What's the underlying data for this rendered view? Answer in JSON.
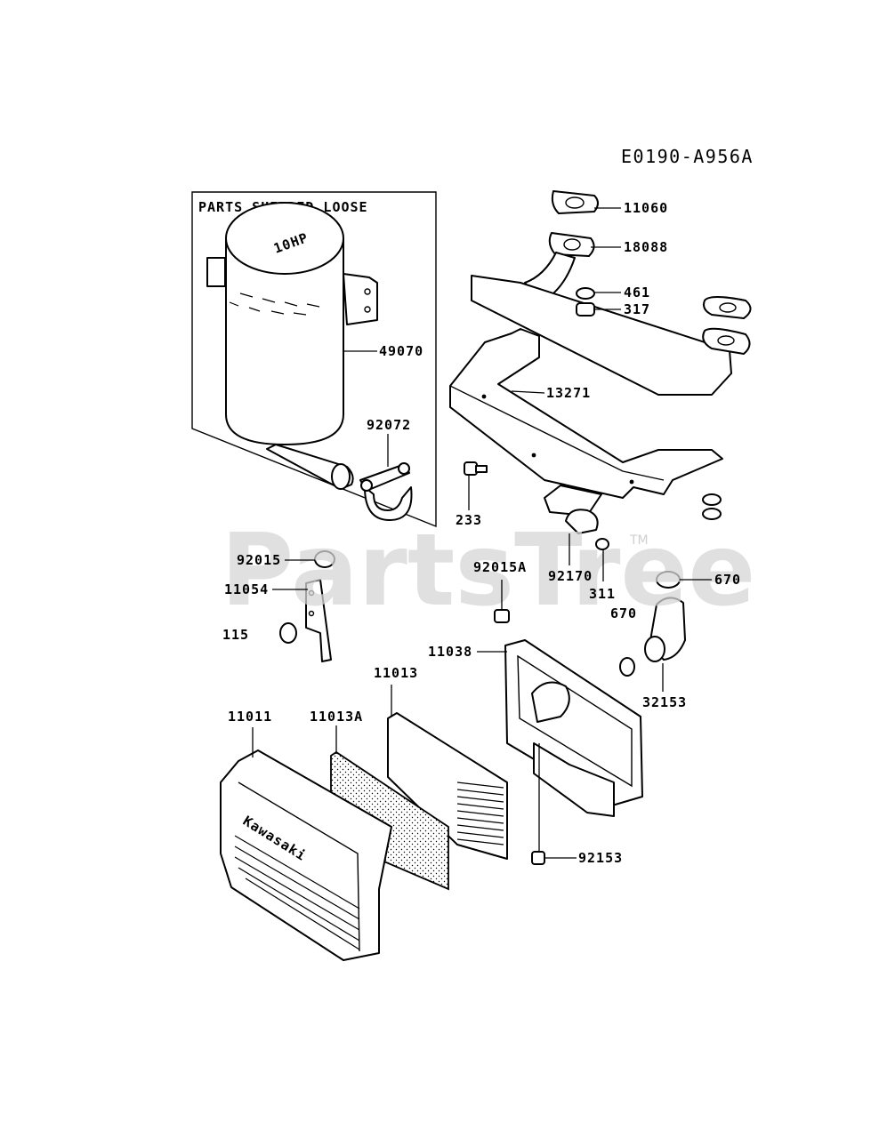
{
  "diagram_code": "E0190-A956A",
  "box_title": "PARTS SHIPPED LOOSE",
  "watermark": "PartsTree",
  "watermark_tm": "TM",
  "cover_brand": "Kawasaki",
  "muffler_logo": "10HP",
  "labels": {
    "p11060": "11060",
    "p18088": "18088",
    "p461": "461",
    "p317": "317",
    "p49070": "49070",
    "p13271": "13271",
    "p92072": "92072",
    "p233": "233",
    "p92015": "92015",
    "p11054": "11054",
    "p115": "115",
    "p92015A": "92015A",
    "p92170": "92170",
    "p311": "311",
    "p670a": "670",
    "p670b": "670",
    "p11038": "11038",
    "p11013": "11013",
    "p11011": "11011",
    "p11013A": "11013A",
    "p32153": "32153",
    "p92153": "92153"
  }
}
